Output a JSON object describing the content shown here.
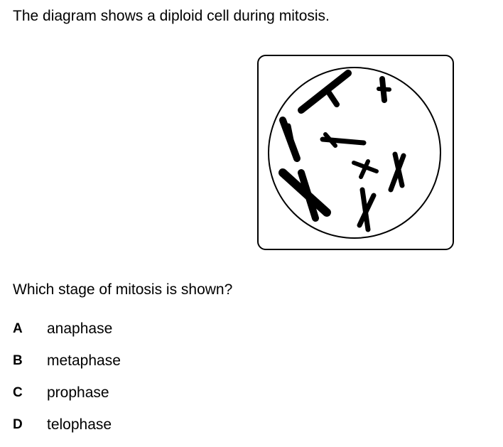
{
  "question": {
    "intro": "The diagram shows a diploid cell during mitosis.",
    "prompt": "Which stage of mitosis is shown?"
  },
  "options": [
    {
      "letter": "A",
      "text": "anaphase"
    },
    {
      "letter": "B",
      "text": "metaphase"
    },
    {
      "letter": "C",
      "text": "prophase"
    },
    {
      "letter": "D",
      "text": "telophase"
    }
  ],
  "figure": {
    "chromosome_count": 8,
    "colors": {
      "ink": "#000000",
      "background": "#ffffff"
    }
  }
}
